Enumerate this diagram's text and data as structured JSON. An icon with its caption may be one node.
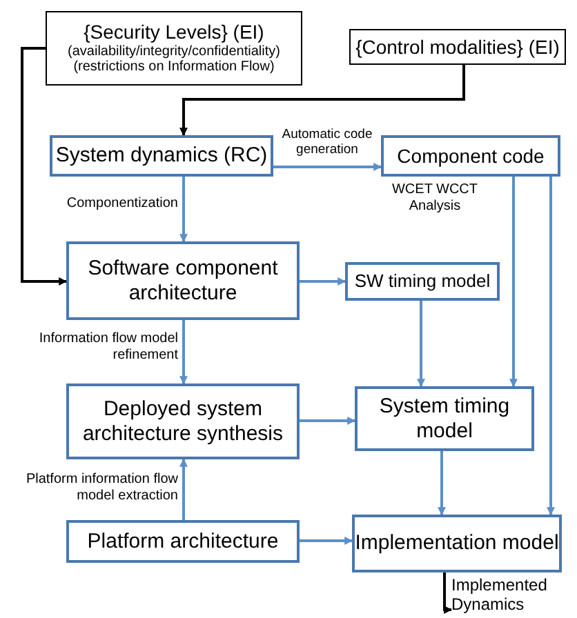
{
  "diagram": {
    "nodes": [
      {
        "text": [
          "{Security Levels} (EI)",
          "(availability/integrity/confidentiality) (restrictions on Information Flow)"
        ]
      },
      {
        "text": [
          "{Control modalities} (EI)"
        ]
      },
      {
        "text": [
          "System dynamics (RC)"
        ]
      },
      {
        "text": [
          "Component code"
        ]
      },
      {
        "text": [
          "Software component architecture"
        ]
      },
      {
        "text": [
          "SW timing model"
        ]
      },
      {
        "text": [
          "Deployed system architecture synthesis"
        ]
      },
      {
        "text": [
          "System timing model"
        ]
      },
      {
        "text": [
          "Platform architecture"
        ]
      },
      {
        "text": [
          "Implementation model"
        ]
      },
      {
        "text": [
          "Implemented Dynamics"
        ]
      }
    ],
    "edges": [
      {
        "from": 0,
        "to": 4,
        "arrow": "to",
        "color": "#000000"
      },
      {
        "from": 1,
        "to": 2,
        "arrow": "to",
        "color": "#000000"
      },
      {
        "from": 2,
        "to": 3,
        "arrow": "to",
        "label": "Automatic code generation"
      },
      {
        "from": 2,
        "to": 4,
        "arrow": "to",
        "label": "Componentization"
      },
      {
        "from": 4,
        "to": 5,
        "arrow": "to"
      },
      {
        "from": 4,
        "to": 6,
        "arrow": "to",
        "label": "Information flow model refinement"
      },
      {
        "from": 3,
        "to": 7,
        "arrow": "to"
      },
      {
        "from": 3,
        "to": 9,
        "arrow": "to"
      },
      {
        "from": 5,
        "to": 7,
        "arrow": "to"
      },
      {
        "from": 6,
        "to": 7,
        "arrow": "to"
      },
      {
        "from": 8,
        "to": 6,
        "arrow": "to",
        "label": "Platform information flow model extraction"
      },
      {
        "from": 7,
        "to": 9,
        "arrow": "to"
      },
      {
        "from": 8,
        "to": 9,
        "arrow": "to"
      },
      {
        "from": 9,
        "to": 10,
        "arrow": "to",
        "color": "#000000"
      }
    ],
    "labels": [
      "WCET WCCT Analysis"
    ]
  }
}
